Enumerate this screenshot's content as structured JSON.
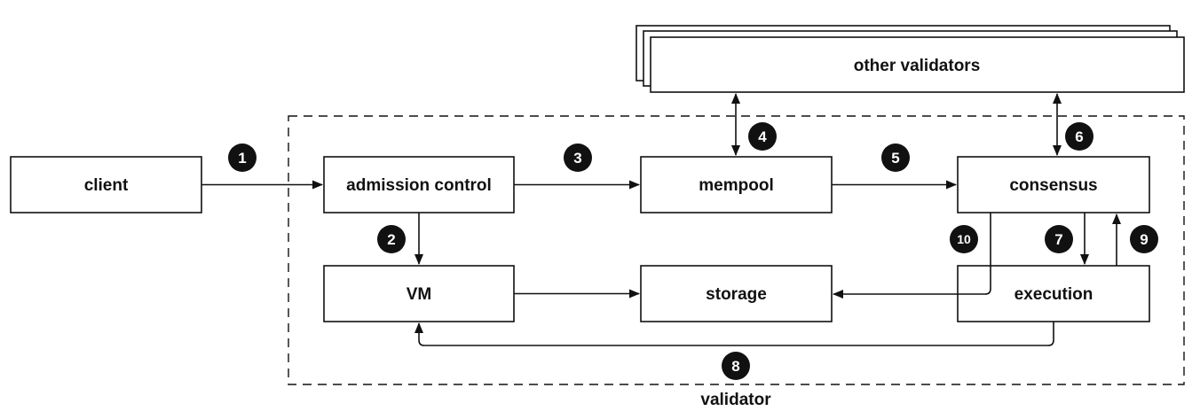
{
  "diagram": {
    "validator_label": "validator",
    "nodes": {
      "client": "client",
      "admission_control": "admission control",
      "mempool": "mempool",
      "consensus": "consensus",
      "vm": "VM",
      "storage": "storage",
      "execution": "execution",
      "other_validators": "other validators"
    },
    "steps": [
      "1",
      "2",
      "3",
      "4",
      "5",
      "6",
      "7",
      "8",
      "9",
      "10"
    ]
  },
  "colors": {
    "ink": "#111111",
    "background": "#ffffff",
    "badge_text": "#ffffff"
  }
}
